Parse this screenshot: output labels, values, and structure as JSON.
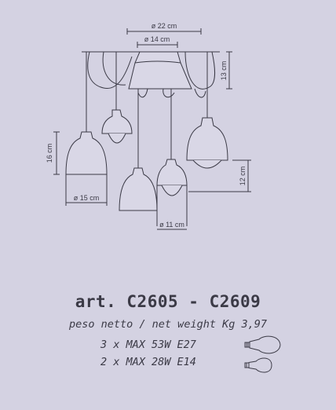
{
  "diagram": {
    "dims": {
      "canopy_outer": "ø 22 cm",
      "canopy_inner": "ø 14 cm",
      "canopy_height": "13 cm",
      "shade_height_left": "16 cm",
      "shade_height_right": "12 cm",
      "shade_diameter_large": "ø 15 cm",
      "shade_diameter_small": "ø 11 cm"
    }
  },
  "product": {
    "title": "art. C2605 - C2609",
    "weight": "peso netto / net weight Kg 3,97",
    "specs": [
      "3 x MAX 53W E27",
      "2 x MAX 28W E14"
    ]
  },
  "colors": {
    "background": "#d4d2e2",
    "ink": "#3b3a46",
    "shade": "#d9d7e6"
  },
  "icons": [
    "bulb-e27-icon",
    "bulb-e14-icon"
  ]
}
